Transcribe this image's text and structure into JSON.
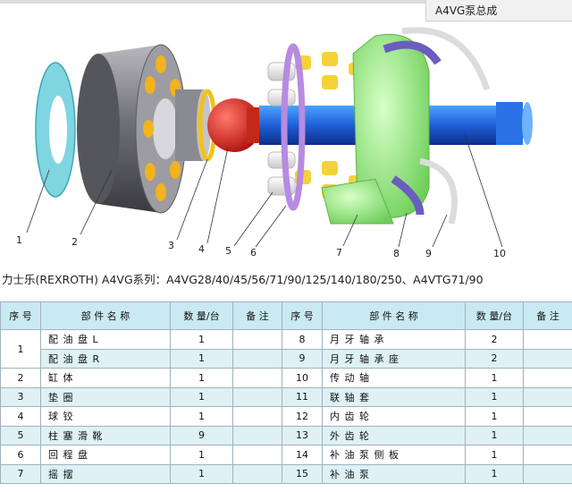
{
  "title": "A4VG泵总成",
  "subtitle": "力士乐(REXROTH) A4VG系列：A4VG28/40/45/56/71/90/125/140/180/250、A4VTG71/90",
  "callouts": [
    "1",
    "2",
    "3",
    "4",
    "5",
    "6",
    "7",
    "8",
    "9",
    "10"
  ],
  "table": {
    "headers": {
      "seq": "序 号",
      "name": "部 件 名 称",
      "qty": "数 量/台",
      "note": "备 注"
    },
    "rows": [
      {
        "left_seq": "1",
        "left_name": "配 油 盘 L",
        "left_qty": "1",
        "left_note": "",
        "right_seq": "8",
        "right_name": "月 牙 轴 承",
        "right_qty": "2",
        "right_note": ""
      },
      {
        "left_seq": "",
        "left_name": "配 油 盘 R",
        "left_qty": "1",
        "left_note": "",
        "right_seq": "9",
        "right_name": "月 牙 轴 承 座",
        "right_qty": "2",
        "right_note": ""
      },
      {
        "left_seq": "2",
        "left_name": "缸 体",
        "left_qty": "1",
        "left_note": "",
        "right_seq": "10",
        "right_name": "传 动 轴",
        "right_qty": "1",
        "right_note": ""
      },
      {
        "left_seq": "3",
        "left_name": "垫 圈",
        "left_qty": "1",
        "left_note": "",
        "right_seq": "11",
        "right_name": "联 轴 套",
        "right_qty": "1",
        "right_note": ""
      },
      {
        "left_seq": "4",
        "left_name": "球 铰",
        "left_qty": "1",
        "left_note": "",
        "right_seq": "12",
        "right_name": "内 齿 轮",
        "right_qty": "1",
        "right_note": ""
      },
      {
        "left_seq": "5",
        "left_name": "柱 塞 滑 靴",
        "left_qty": "9",
        "left_note": "",
        "right_seq": "13",
        "right_name": "外 齿 轮",
        "right_qty": "1",
        "right_note": ""
      },
      {
        "left_seq": "6",
        "left_name": "回 程 盘",
        "left_qty": "1",
        "left_note": "",
        "right_seq": "14",
        "right_name": "补 油 泵 侧 板",
        "right_qty": "1",
        "right_note": ""
      },
      {
        "left_seq": "7",
        "left_name": "摇 摆",
        "left_qty": "1",
        "left_note": "",
        "right_seq": "15",
        "right_name": "补 油 泵",
        "right_qty": "1",
        "right_note": ""
      }
    ]
  }
}
